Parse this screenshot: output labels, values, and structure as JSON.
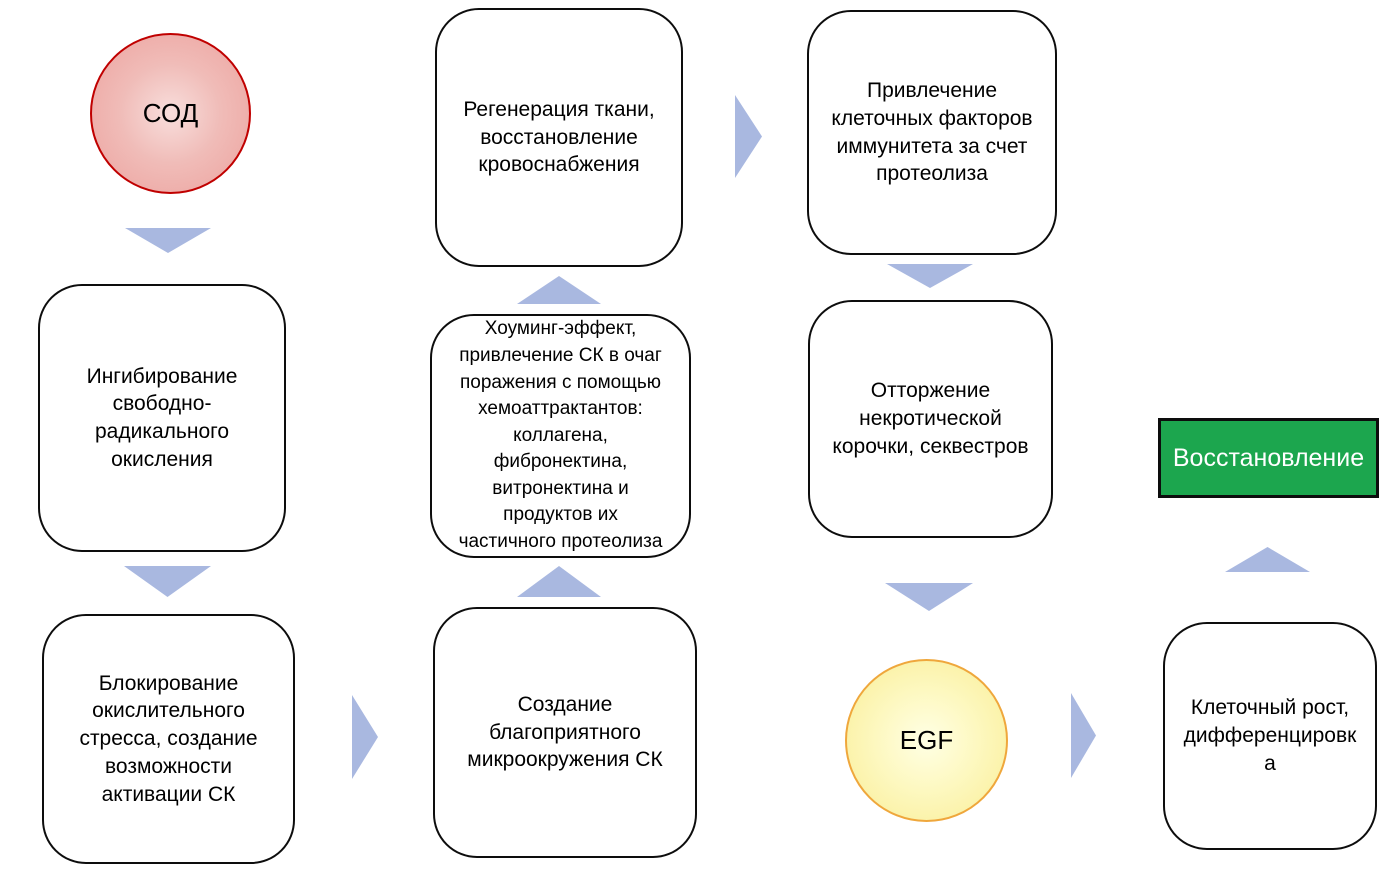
{
  "diagram": {
    "title_hint": "stem-cell wound healing flowchart",
    "background": "#ffffff"
  },
  "colors": {
    "arrow": "#a9b8e0",
    "box_border": "#0d0d0d",
    "box_fill": "#ffffff",
    "sod_border": "#c00000",
    "sod_fill_center": "#f8dedc",
    "sod_fill_edge": "#eeaca8",
    "egf_border": "#efa73c",
    "egf_fill_center": "#ffffe4",
    "egf_fill_edge": "#faf0a0",
    "terminal_fill": "#1ca64e",
    "terminal_text": "#ffffff",
    "text": "#000000"
  },
  "nodes": {
    "sod": {
      "label": "СОД",
      "shape": "circle"
    },
    "inhibition": {
      "label": "Ингибирование\nсвободно-\nрадикального\nокисления",
      "shape": "rounded-box"
    },
    "blocking": {
      "label": "Блокирование\nокислительного\nстресса, создание\nвозможности\nактивации СК",
      "shape": "rounded-box"
    },
    "microenvironment": {
      "label": "Создание\nблагоприятного\nмикроокружения СК",
      "shape": "rounded-box"
    },
    "homing": {
      "label": "Хоуминг-эффект,\nпривлечение СК в очаг\nпоражения с помощью\nхемоаттрактантов:\nколлагена,\nфибронектина,\nвитронектина и\nпродуктов их\nчастичного протеолиза",
      "shape": "rounded-box"
    },
    "regeneration": {
      "label": "Регенерация ткани,\nвосстановление\nкровоснабжения",
      "shape": "rounded-box"
    },
    "immune_factors": {
      "label": "Привлечение\nклеточных факторов\nиммунитета за счет\nпротеолиза",
      "shape": "rounded-box"
    },
    "rejection": {
      "label": "Отторжение\nнекротической\nкорочки, секвестров",
      "shape": "rounded-box"
    },
    "egf": {
      "label": "EGF",
      "shape": "circle"
    },
    "cell_growth": {
      "label": "Клеточный рост,\nдифференцировк\nа",
      "shape": "rounded-box"
    },
    "recovery": {
      "label": "Восстановление",
      "shape": "green-rect"
    }
  },
  "icons": {
    "arrows": [
      {
        "name": "arrow-down-icon",
        "from": "sod",
        "to": "inhibition"
      },
      {
        "name": "arrow-down-icon",
        "from": "inhibition",
        "to": "blocking"
      },
      {
        "name": "arrow-right-icon",
        "from": "blocking",
        "to": "microenvironment"
      },
      {
        "name": "arrow-up-icon",
        "from": "microenvironment",
        "to": "homing"
      },
      {
        "name": "arrow-up-icon",
        "from": "homing",
        "to": "regeneration"
      },
      {
        "name": "arrow-right-icon",
        "from": "regeneration",
        "to": "immune_factors"
      },
      {
        "name": "arrow-down-icon",
        "from": "immune_factors",
        "to": "rejection"
      },
      {
        "name": "arrow-down-icon",
        "from": "rejection",
        "to": "egf"
      },
      {
        "name": "arrow-right-icon",
        "from": "egf",
        "to": "cell_growth"
      },
      {
        "name": "arrow-up-icon",
        "from": "cell_growth",
        "to": "recovery"
      }
    ]
  }
}
